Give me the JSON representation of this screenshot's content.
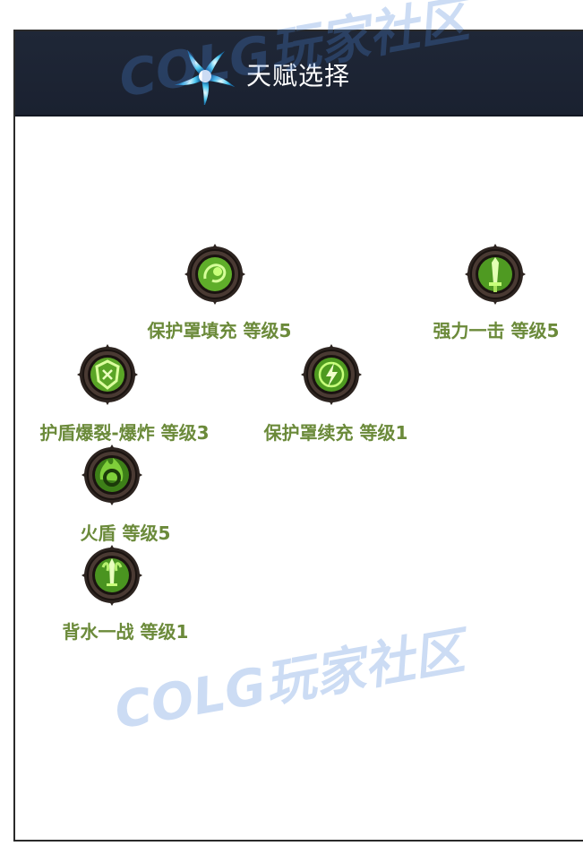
{
  "window": {
    "title": "天赋选择"
  },
  "talents": [
    {
      "label": "保护罩填充 等级5",
      "icon": "swirl-orb-icon"
    },
    {
      "label": "强力一击 等级5",
      "icon": "sword-strike-icon"
    },
    {
      "label": "护盾爆裂-爆炸 等级3",
      "icon": "shield-burst-icon"
    },
    {
      "label": "保护罩续充 等级1",
      "icon": "lightning-recharge-icon"
    },
    {
      "label": "火盾 等级5",
      "icon": "fire-shield-icon"
    },
    {
      "label": "背水一战 等级1",
      "icon": "last-stand-sword-icon"
    }
  ],
  "watermark": {
    "text": "COLG玩家社区"
  },
  "colors": {
    "header_bg": "#1f2737",
    "label_green": "#6b8a3a",
    "icon_ring": "#3a2e2a",
    "icon_glow": "#8ee04a"
  }
}
